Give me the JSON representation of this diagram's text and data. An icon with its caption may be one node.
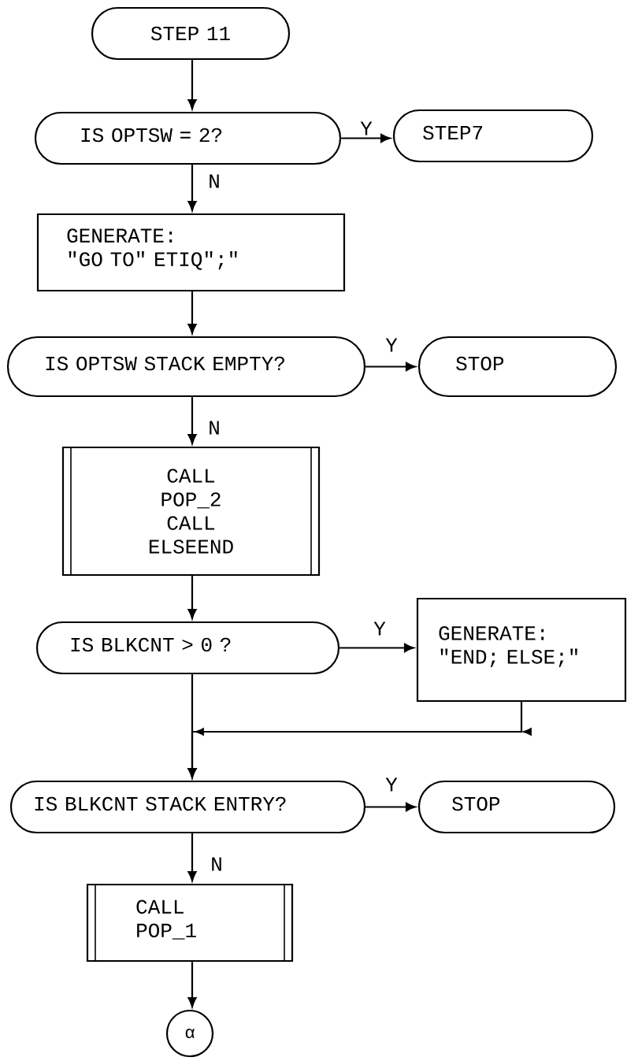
{
  "diagram": {
    "nodes": [
      {
        "text": [
          "STEP 11"
        ]
      },
      {
        "text": [
          "IS OPTSW = 2?"
        ]
      },
      {
        "text": [
          "STEP7"
        ]
      },
      {
        "text": [
          "GENERATE:",
          "\"GO TO\" ETIQ\";\""
        ]
      },
      {
        "text": [
          "IS OPTSW STACK EMPTY?"
        ]
      },
      {
        "text": [
          "STOP"
        ]
      },
      {
        "text": [
          "CALL POP_2 CALL ELSEEND"
        ]
      },
      {
        "text": [
          "IS BLKCNT > 0 ?"
        ]
      },
      {
        "text": [
          "GENERATE:",
          "\"END; ELSE;\""
        ]
      },
      {
        "text": [
          "IS BLKCNT STACK ENTRY?"
        ]
      },
      {
        "text": [
          "STOP"
        ]
      },
      {
        "text": [
          "CALL POP_1"
        ]
      },
      {
        "text": [
          "α"
        ]
      }
    ],
    "edges": [
      {
        "from": 0,
        "to": 1,
        "arrow": "to"
      },
      {
        "from": 1,
        "to": 2,
        "arrow": "to",
        "label": "Y"
      },
      {
        "from": 1,
        "to": 3,
        "arrow": "to",
        "label": "N"
      },
      {
        "from": 3,
        "to": 4,
        "arrow": "to"
      },
      {
        "from": 4,
        "to": 5,
        "arrow": "to",
        "label": "Y"
      },
      {
        "from": 4,
        "to": 6,
        "arrow": "to",
        "label": "N"
      },
      {
        "from": 6,
        "to": 7,
        "arrow": "to"
      },
      {
        "from": 7,
        "to": 8,
        "arrow": "to",
        "label": "Y"
      },
      {
        "from": 8,
        "to": 9,
        "arrow": "to"
      },
      {
        "from": 7,
        "to": 9,
        "arrow": "to"
      },
      {
        "from": 9,
        "to": 10,
        "arrow": "to",
        "label": "Y"
      },
      {
        "from": 9,
        "to": 11,
        "arrow": "to",
        "label": "N"
      },
      {
        "from": 11,
        "to": 12,
        "arrow": "to"
      }
    ]
  }
}
